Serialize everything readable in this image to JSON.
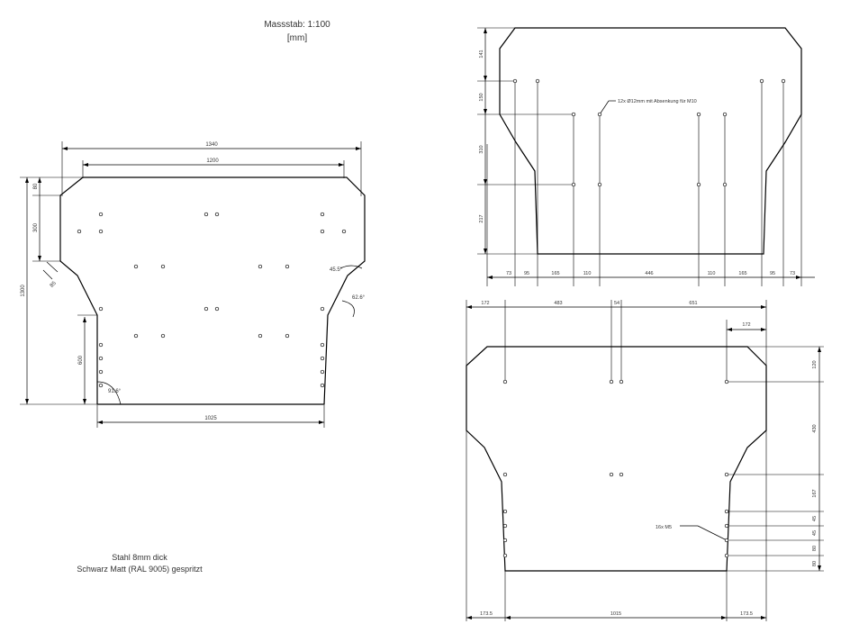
{
  "header": {
    "scale_label": "Massstab: 1:100",
    "unit_label": "[mm]"
  },
  "notes": {
    "material": "Stahl 8mm dick",
    "finish": "Schwarz Matt (RAL 9005) gespritzt"
  },
  "drawing_left": {
    "dims": {
      "width_top": "1340",
      "width_inner": "1200",
      "height_total": "1300",
      "chamfer": "80",
      "side_upper": "300",
      "side_lower": "600",
      "width_bottom": "1025",
      "small": "85",
      "angle_upper": "45.5°",
      "angle_mid": "62.6°",
      "angle_lower": "91.6°"
    }
  },
  "drawing_top_right": {
    "callout": "12x Ø12mm mit Absenkung für M10",
    "vertical_dims": [
      "141",
      "150",
      "310",
      "217"
    ],
    "horizontal_dims": [
      "73",
      "95",
      "165",
      "110",
      "446",
      "110",
      "165",
      "95",
      "73"
    ]
  },
  "drawing_bottom_right": {
    "callout": "16x M5",
    "top_dims": [
      "172",
      "483",
      "54",
      "651"
    ],
    "inner_dim": "172",
    "right_dims": [
      "120",
      "430",
      "167",
      "45",
      "45",
      "80",
      "80"
    ],
    "bottom_dims": [
      "173.5",
      "1015",
      "173.5"
    ]
  }
}
